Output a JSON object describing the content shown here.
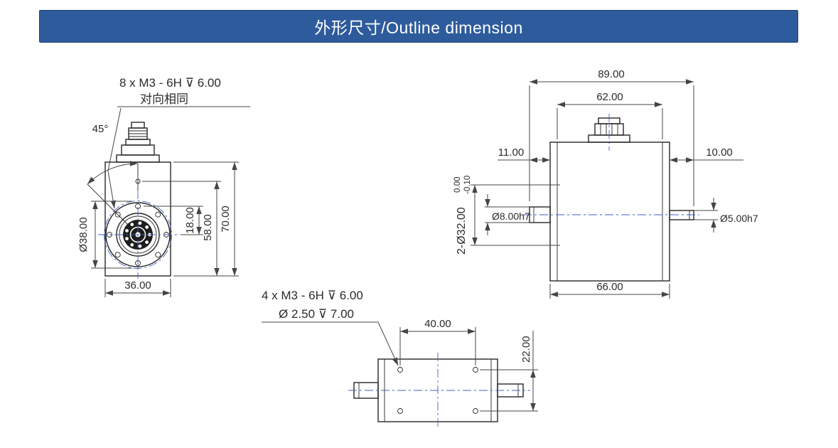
{
  "header": {
    "title": "外形尺寸/Outline dimension",
    "bg_color": "#2e5b9c",
    "text_color": "#ffffff"
  },
  "colors": {
    "line": "#262626",
    "centerline": "#4060c8",
    "dimension_text": "#2b2b2b"
  },
  "front_view": {
    "note_thread": "8 x M3 - 6H ⊽ 6.00",
    "note_symmetry": "对向相同",
    "angle_label": "45°",
    "flange_diameter": "Ø38.00",
    "dim_center_to_hole": "18.00",
    "dim_hole_height": "58.00",
    "dim_total_height": "70.00",
    "dim_width": "36.00"
  },
  "side_view": {
    "dim_overall_length": "89.00",
    "dim_top_length": "62.00",
    "dim_left_shaft": "11.00",
    "dim_right_shaft": "10.00",
    "bore_tol_upper": "0.00",
    "bore_tol_lower": "-0.10",
    "bore_diameter": "2-Ø32.00",
    "left_shaft_diameter": "Ø8.00h7",
    "right_shaft_diameter": "Ø5.00h7",
    "dim_body_length": "66.00"
  },
  "bottom_view": {
    "note_thread": "4 x M3 - 6H ⊽ 6.00",
    "note_hole": "Ø 2.50 ⊽ 7.00",
    "dim_hole_spacing_x": "40.00",
    "dim_hole_spacing_y": "22.00"
  }
}
